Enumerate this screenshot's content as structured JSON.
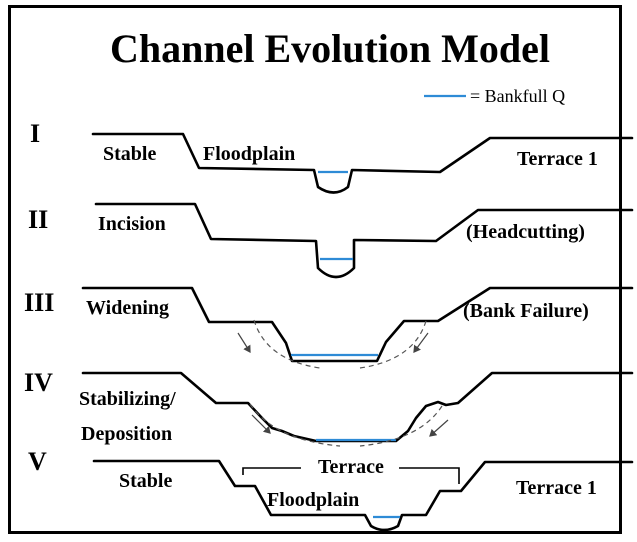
{
  "title": "Channel Evolution Model",
  "legend": {
    "label": "= Bankfull Q",
    "color": "#2e8bd6"
  },
  "stages": [
    {
      "numeral": "I",
      "left_label": "Stable",
      "mid_label": "Floodplain",
      "right_label": "Terrace 1"
    },
    {
      "numeral": "II",
      "left_label": "Incision",
      "right_label": "(Headcutting)"
    },
    {
      "numeral": "III",
      "left_label": "Widening",
      "right_label": "(Bank Failure)"
    },
    {
      "numeral": "IV",
      "left_label_line1": "Stabilizing/",
      "left_label_line2": "Deposition"
    },
    {
      "numeral": "V",
      "left_label": "Stable",
      "terrace_label": "Terrace",
      "floodplain_label": "Floodplain",
      "right_label": "Terrace 1"
    }
  ]
}
